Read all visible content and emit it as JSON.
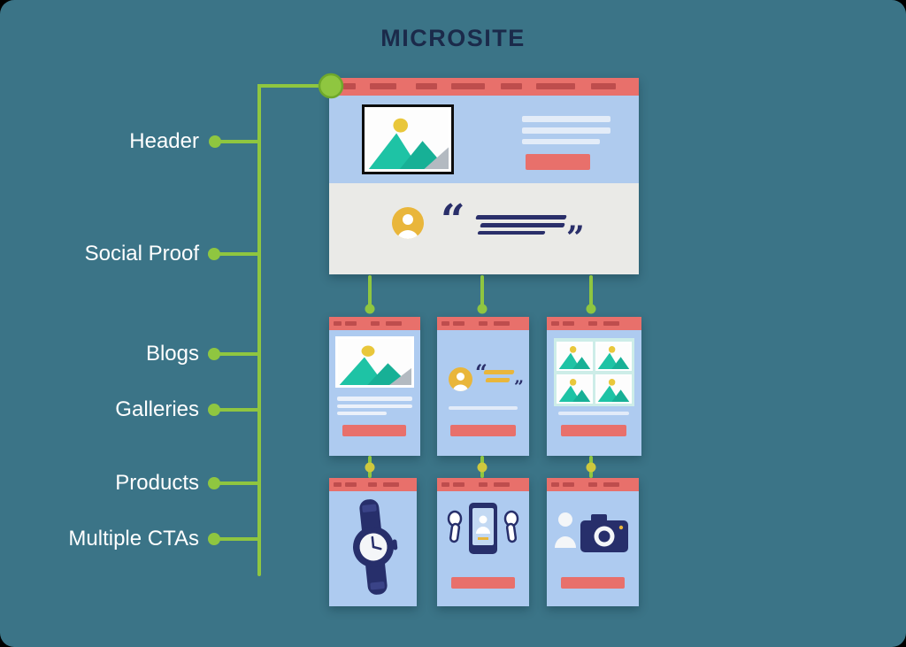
{
  "title": "MICROSITE",
  "sidebar_labels": [
    {
      "label": "Header"
    },
    {
      "label": "Social Proof"
    },
    {
      "label": "Blogs"
    },
    {
      "label": "Galleries"
    },
    {
      "label": "Products"
    },
    {
      "label": "Multiple CTAs"
    }
  ],
  "quotes": {
    "open": "“",
    "close": "”"
  },
  "colors": {
    "background": "#3B7487",
    "connector_green": "#8FC640",
    "connector_dot_yellow": "#CFC83E",
    "mockup_topbar_coral": "#E8706B",
    "mockup_topbar_dark": "#BE4D4D",
    "mockup_body_blue": "#AECBF0",
    "social_proof_gray": "#EAEAE7",
    "quote_navy": "#2A2F6A",
    "title_navy": "#1B2A4A",
    "accent_yellow": "#E9B63B",
    "image_teal": "#1EC3A5",
    "cta_red": "#E8706B",
    "label_white": "#FFFFFF"
  },
  "icons": {
    "hero_image": "mountain-sun-icon",
    "avatar": "avatar-person-icon",
    "quote_open": "“",
    "quote_close": "”",
    "watch": "watch-icon",
    "earbuds_phone": "earbuds-phone-icon",
    "camera_person": "camera-person-icon"
  }
}
